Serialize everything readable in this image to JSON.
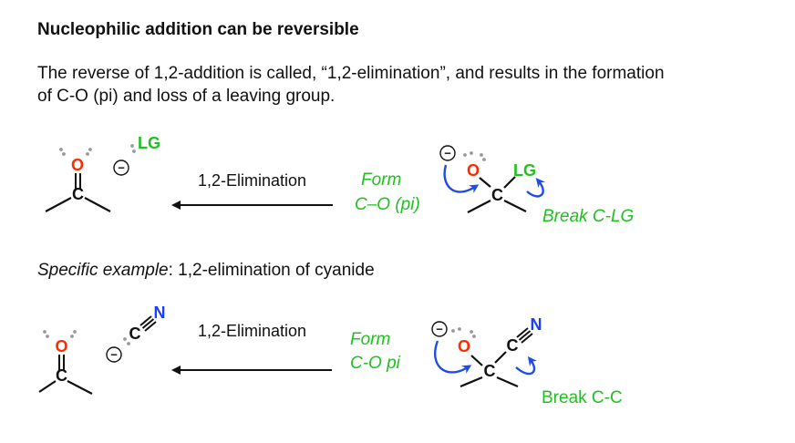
{
  "heading": "Nucleophilic addition can be reversible",
  "paragraph": {
    "line1": "The reverse of 1,2-addition is called, “1,2-elimination”, and results in the formation",
    "line2": "of C-O (pi) and loss of a leaving group."
  },
  "specific": {
    "label": "Specific example",
    "rest": ": 1,2-elimination of cyanide"
  },
  "atoms": {
    "carbon": "C",
    "oxygen": "O",
    "nitrogen": "N",
    "leaving_group": "LG",
    "minus": "−"
  },
  "scheme1": {
    "arrow_label": "1,2-Elimination",
    "form_line1": "Form",
    "form_line2": "C–O (pi)",
    "break_label": "Break C-LG"
  },
  "scheme2": {
    "arrow_label": "1,2-Elimination",
    "form_line1": "Form",
    "form_line2": "C-O pi",
    "break_label": "Break C-C"
  },
  "colors": {
    "oxygen": "#ff2a00",
    "nitrogen": "#1a3cff",
    "green": "#21c021",
    "curved_arrow": "#1f4ce6",
    "text": "#111111"
  }
}
